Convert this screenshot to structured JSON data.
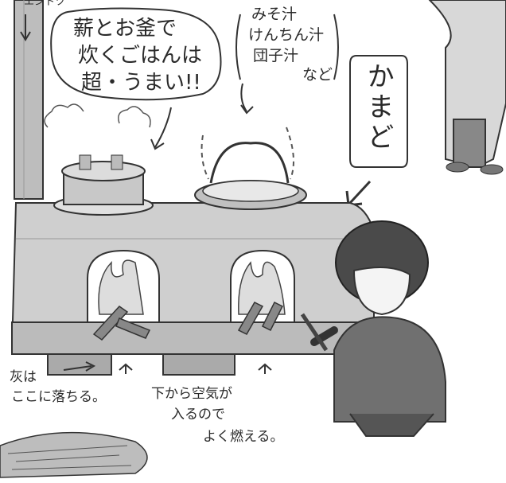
{
  "labels": {
    "chimney_top": "エントツ",
    "bubble_line1": "薪とお釜で",
    "bubble_line2": "炊くごはんは",
    "bubble_line3": "超・うまい!!",
    "soup_line1": "みそ汁",
    "soup_line2": "けんちん汁",
    "soup_line3": "団子汁",
    "soup_line4": "など",
    "kamado": "かまど",
    "ash_line1": "灰は",
    "ash_line2": "ここに落ちる。",
    "air_line1": "下から空気が",
    "air_line2": "入るので",
    "air_line3": "よく燃える。"
  },
  "icons": [
    "chimney",
    "rice-pot",
    "soup-pot",
    "kamado-stove",
    "fire",
    "firewood",
    "girl-figure",
    "person-partial",
    "straw-pile",
    "arrow"
  ]
}
